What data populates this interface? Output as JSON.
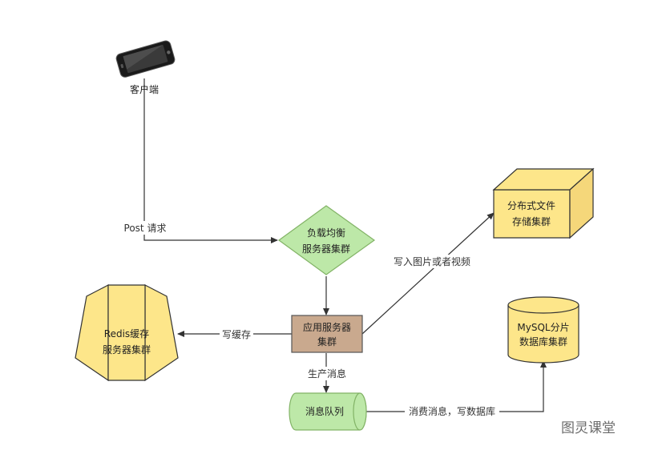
{
  "nodes": {
    "client": {
      "label": "客户端"
    },
    "load_balancer": {
      "line1": "负载均衡",
      "line2": "服务器集群"
    },
    "app_server": {
      "line1": "应用服务器",
      "line2": "集群"
    },
    "file_storage": {
      "line1": "分布式文件",
      "line2": "存储集群"
    },
    "redis": {
      "line1": "Redis缓存",
      "line2": "服务器集群"
    },
    "mysql": {
      "line1": "MySQL分片",
      "line2": "数据库集群"
    },
    "message_queue": {
      "label": "消息队列"
    }
  },
  "edges": {
    "post_request": "Post 请求",
    "write_image": "写入图片或者视频",
    "write_cache": "写缓存",
    "produce_message": "生产消息",
    "consume_message": "消费消息，写数据库"
  },
  "watermark": "图灵课堂",
  "colors": {
    "yellow_fill": "#fde68a",
    "yellow_stroke": "#333333",
    "green_fill": "#bde8a8",
    "green_stroke": "#82b366",
    "brown_fill": "#c9a98e",
    "line": "#333333"
  }
}
